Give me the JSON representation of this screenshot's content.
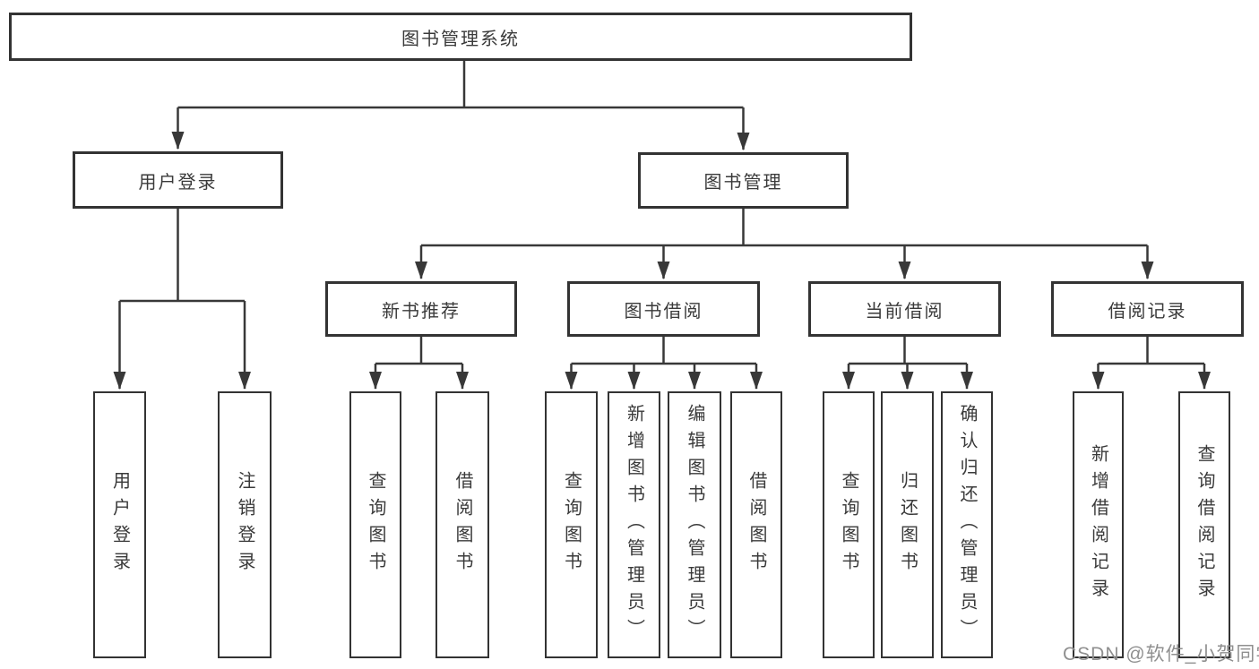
{
  "colors": {
    "line": "#383838",
    "node_border": "#333333",
    "node_text": "#3a3a3a",
    "background": "#ffffff",
    "watermark_text": "#8f8f8f"
  },
  "watermark": "CSDN @软件_小贺同学",
  "nodes": {
    "root": "图书管理系统",
    "user_login": "用户登录",
    "book_mgmt": "图书管理",
    "new_book_rec": "新书推荐",
    "book_borrow": "图书借阅",
    "current_borrow": "当前借阅",
    "borrow_record": "借阅记录",
    "ul_user_login": "用户登录",
    "ul_logout": "注销登录",
    "nb_query_book": "查询图书",
    "nb_borrow_book": "借阅图书",
    "bb_query_book": "查询图书",
    "bb_add_book": "新增图书（管理员）",
    "bb_edit_book": "编辑图书（管理员）",
    "bb_borrow_book": "借阅图书",
    "cb_query_book": "查询图书",
    "cb_return_book": "归还图书",
    "cb_confirm_return": "确认归还（管理员）",
    "br_add_record": "新增借阅记录",
    "br_query_record": "查询借阅记录"
  }
}
